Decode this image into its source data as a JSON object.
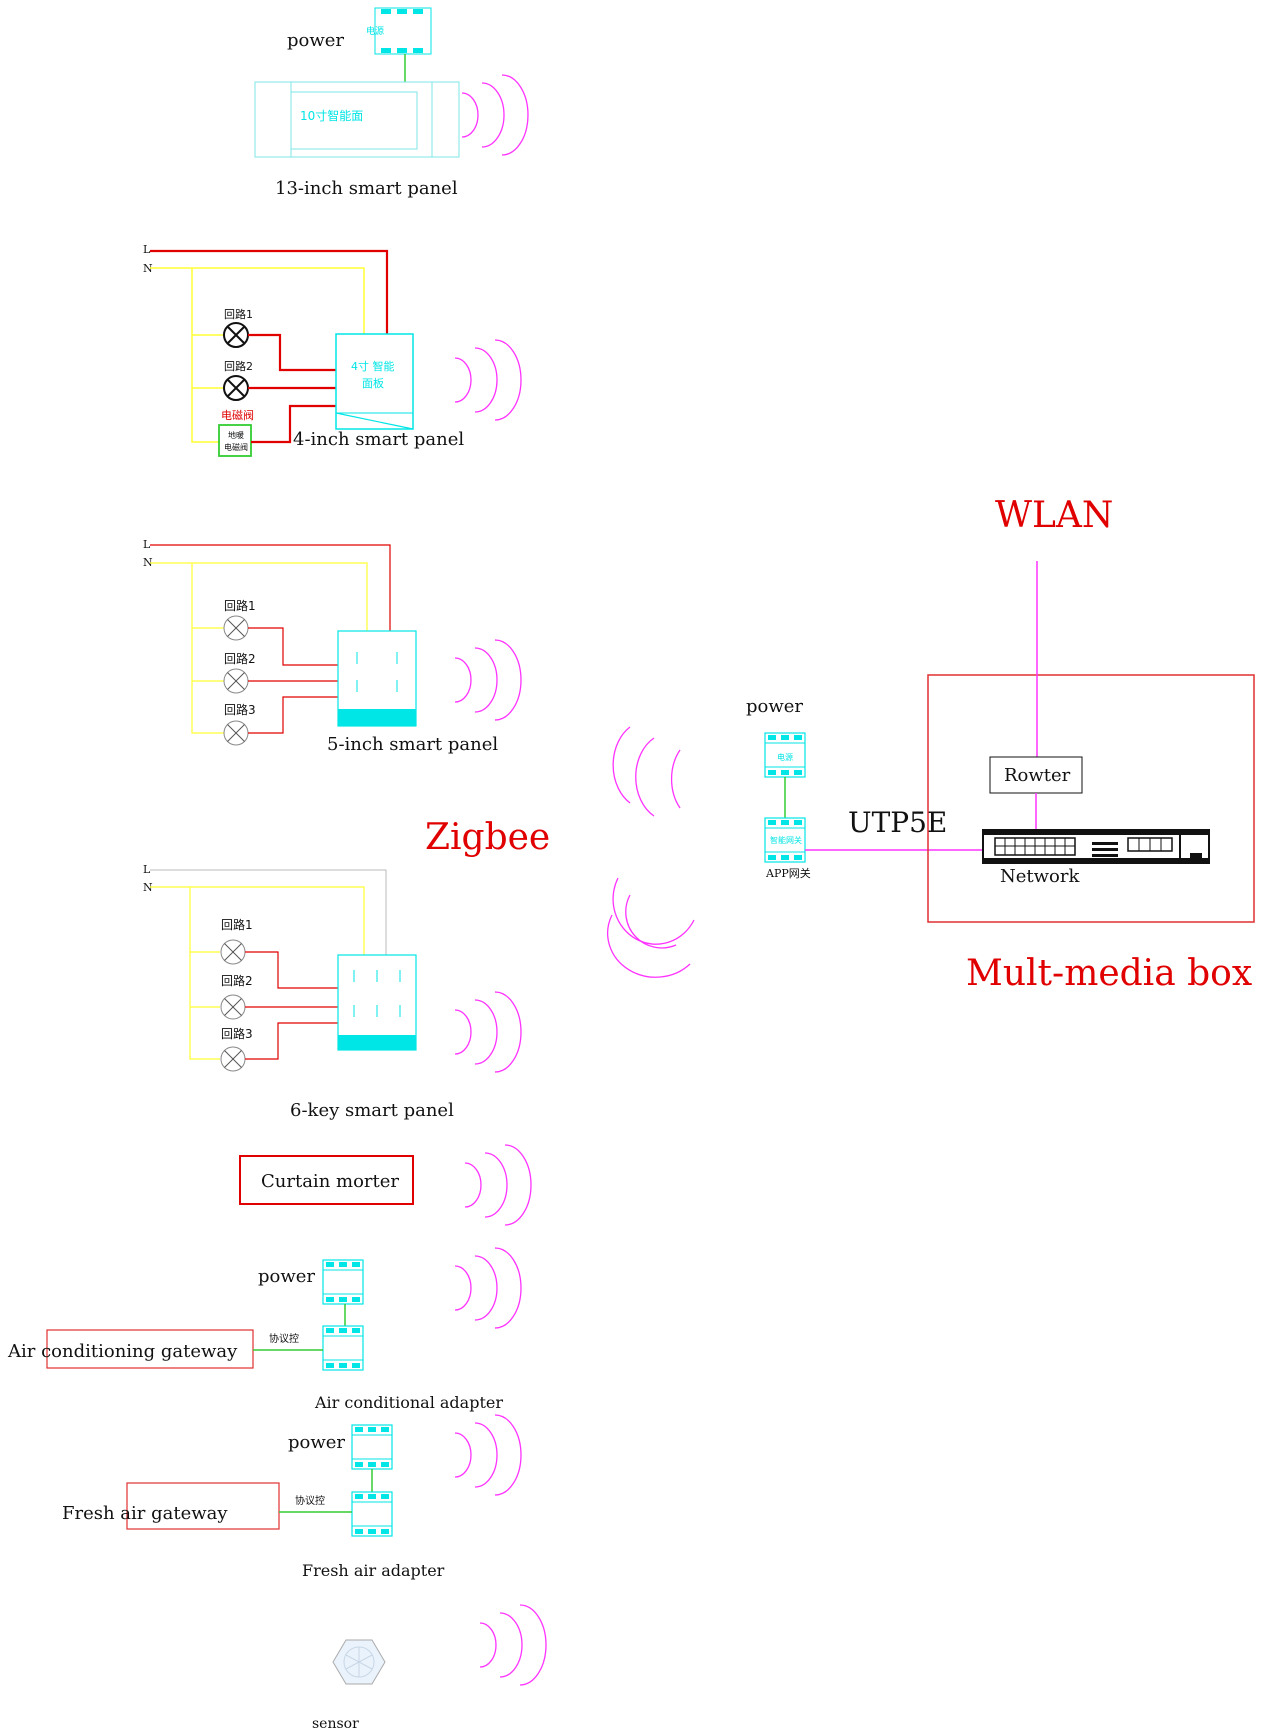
{
  "texts": {
    "power": "power",
    "panel13_caption": "13-inch smart panel",
    "panel13_inner": "10寸智能面",
    "panel13_psu": "电源",
    "L": "L",
    "N": "N",
    "loop1": "回路1",
    "loop2": "回路2",
    "loop3": "回路3",
    "valve_label": "电磁阀",
    "valve_box_1": "地暖",
    "valve_box_2": "电磁阀",
    "panel4_inner_1": "4寸 智能",
    "panel4_inner_2": "面板",
    "panel4_caption": "4-inch smart panel",
    "panel5_caption": "5-inch smart panel",
    "panel6_caption": "6-key smart panel",
    "zigbee": "Zigbee",
    "wlan": "WLAN",
    "rowter": "Rowter",
    "utp5e": "UTP5E",
    "network": "Network",
    "mmbox": "Mult-media box",
    "app_gateway": "APP网关",
    "psu_small": "电源",
    "gateway_small": "智能网关",
    "curtain": "Curtain morter",
    "ac_gateway": "Air conditioning gateway",
    "protocol_ctrl": "协议控",
    "ac_adapter": "Air conditional adapter",
    "fresh_gateway": "Fresh air gateway",
    "fresh_adapter": "Fresh air adapter",
    "sensor": "sensor"
  },
  "colors": {
    "red": "#e00000",
    "wire_red": "#e00000",
    "wire_yellow": "#ffff33",
    "wire_green": "#33cc33",
    "cyan": "#00e5e5",
    "magenta": "#ff33ff",
    "box_red": "#e03030"
  },
  "icons": [
    "wireless-signal-icon",
    "lamp-icon",
    "power-supply-icon",
    "network-switch-icon",
    "sensor-icon"
  ]
}
